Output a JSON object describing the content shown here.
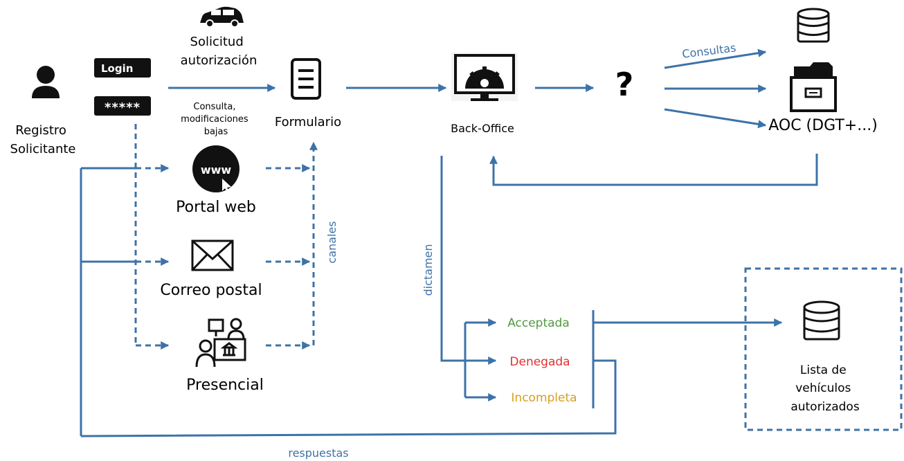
{
  "nodes": {
    "registro": {
      "line1": "Registro",
      "line2": "Solicitante"
    },
    "login": {
      "user_label": "Login",
      "password_mask": "*****"
    },
    "solicitud": {
      "line1": "Solicitud",
      "line2": "autorización"
    },
    "consulta": {
      "line1": "Consulta,",
      "line2": "modificaciones",
      "line3": "bajas"
    },
    "formulario": "Formulario",
    "portal_web": {
      "label": "Portal web",
      "icon_text": "www"
    },
    "correo_postal": "Correo postal",
    "presencial": "Presencial",
    "back_office": "Back-Office",
    "unknown": "?",
    "aoc": "AOC (DGT+...)",
    "lista": {
      "line1": "Lista de",
      "line2": "vehículos",
      "line3": "autorizados"
    }
  },
  "edge_labels": {
    "consultas": "Consultas",
    "canales": "canales",
    "dictamen": "dictamen",
    "respuestas": "respuestas"
  },
  "outcomes": {
    "aceptada": {
      "label": "Acceptada",
      "color": "#4e9a3c"
    },
    "denegada": {
      "label": "Denegada",
      "color": "#e03030"
    },
    "incompleta": {
      "label": "Incompleta",
      "color": "#d4a020"
    }
  },
  "colors": {
    "arrow": "#3d72a8",
    "icon": "#111111"
  },
  "icons": [
    "person-icon",
    "car-icon",
    "document-icon",
    "www-icon",
    "envelope-icon",
    "reception-desk-icon",
    "gear-monitor-icon",
    "database-icon",
    "file-drawer-icon"
  ]
}
